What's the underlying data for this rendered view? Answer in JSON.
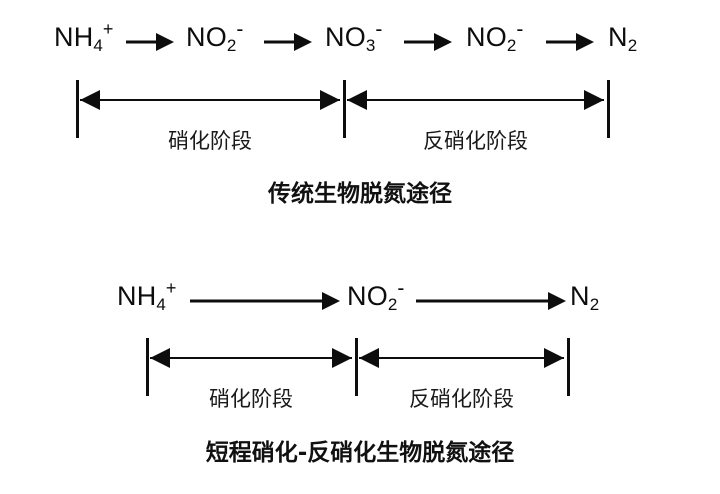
{
  "figure": {
    "background_color": "#ffffff",
    "ink_color": "#0d0d0d"
  },
  "diagrams": [
    {
      "id": "conventional",
      "caption": "传统生物脱氮途径",
      "chain": [
        {
          "formula": "NH4+",
          "base": "NH",
          "sub": "4",
          "sup": "+"
        },
        {
          "formula": "NO2-",
          "base": "NO",
          "sub": "2",
          "sup": "-"
        },
        {
          "formula": "NO3-",
          "base": "NO",
          "sub": "3",
          "sup": "-"
        },
        {
          "formula": "NO2-",
          "base": "NO",
          "sub": "2",
          "sup": "-"
        },
        {
          "formula": "N2",
          "base": "N",
          "sub": "2",
          "sup": ""
        }
      ],
      "stages": [
        {
          "label": "硝化阶段"
        },
        {
          "label": "反硝化阶段"
        }
      ]
    },
    {
      "id": "shortcut",
      "caption": "短程硝化-反硝化生物脱氮途径",
      "chain": [
        {
          "formula": "NH4+",
          "base": "NH",
          "sub": "4",
          "sup": "+"
        },
        {
          "formula": "NO2-",
          "base": "NO",
          "sub": "2",
          "sup": "-"
        },
        {
          "formula": "N2",
          "base": "N",
          "sub": "2",
          "sup": ""
        }
      ],
      "stages": [
        {
          "label": "硝化阶段"
        },
        {
          "label": "反硝化阶段"
        }
      ]
    }
  ]
}
